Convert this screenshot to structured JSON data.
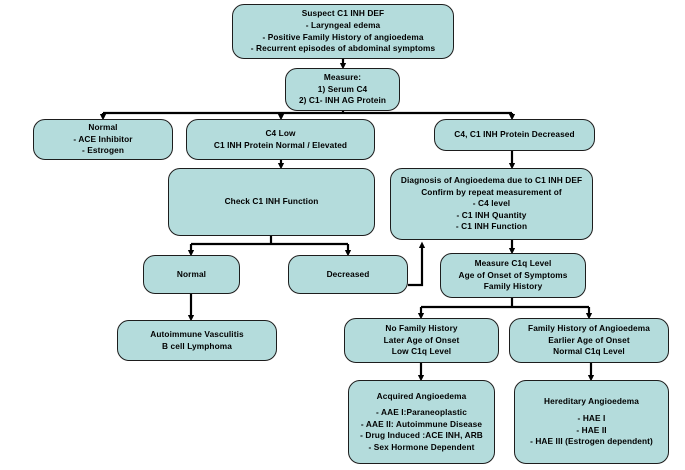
{
  "chart_data": {
    "type": "diagram",
    "title": "Diagnostic algorithm for suspected C1 INH deficiency",
    "style": {
      "node_fill": "#b4dcdc",
      "node_border": "#1d1d1d",
      "edge_color": "#000000",
      "background": "#ffffff"
    },
    "nodes": [
      {
        "id": "root",
        "lines": [
          "Suspect C1 INH DEF",
          "- Laryngeal edema",
          "- Positive Family History of angioedema",
          "- Recurrent episodes of abdominal symptoms"
        ]
      },
      {
        "id": "measure",
        "lines": [
          "Measure:",
          "1) Serum C4",
          "2) C1- INH AG Protein"
        ]
      },
      {
        "id": "normal",
        "lines": [
          "Normal",
          "- ACE Inhibitor",
          "-  Estrogen"
        ]
      },
      {
        "id": "c4low",
        "lines": [
          "C4 Low",
          "C1 INH Protein Normal / Elevated"
        ]
      },
      {
        "id": "c4dec",
        "lines": [
          "C4, C1 INH Protein Decreased"
        ]
      },
      {
        "id": "check",
        "lines": [
          "Check C1 INH Function"
        ]
      },
      {
        "id": "diag",
        "lines": [
          "Diagnosis of Angioedema due to C1 INH DEF",
          "Confirm by repeat measurement of",
          "- C4 level",
          "- C1 INH Quantity",
          "- C1 INH Function"
        ]
      },
      {
        "id": "normal2",
        "lines": [
          "Normal"
        ]
      },
      {
        "id": "decreased",
        "lines": [
          "Decreased"
        ]
      },
      {
        "id": "c1q",
        "lines": [
          "Measure C1q Level",
          "Age of Onset of Symptoms",
          "Family History"
        ]
      },
      {
        "id": "auto",
        "lines": [
          "Autoimmune Vasculitis",
          "B cell Lymphoma"
        ]
      },
      {
        "id": "nofh",
        "lines": [
          "No Family History",
          "Later Age of Onset",
          "Low C1q Level"
        ]
      },
      {
        "id": "fh",
        "lines": [
          "Family History of Angioedema",
          "Earlier Age of Onset",
          "Normal C1q Level"
        ]
      },
      {
        "id": "aae",
        "lines": [
          "Acquired Angioedema",
          "",
          "- AAE I:Paraneoplastic",
          "- AAE II: Autoimmune Disease",
          "- Drug Induced :ACE INH, ARB",
          "- Sex Hormone Dependent"
        ]
      },
      {
        "id": "hae",
        "lines": [
          "Hereditary Angioedema",
          "",
          "- HAE I",
          "- HAE II",
          "- HAE III (Estrogen dependent)"
        ]
      }
    ],
    "edges": [
      {
        "from": "root",
        "to": "measure"
      },
      {
        "from": "measure",
        "to": "normal"
      },
      {
        "from": "measure",
        "to": "c4low"
      },
      {
        "from": "measure",
        "to": "c4dec"
      },
      {
        "from": "c4low",
        "to": "check"
      },
      {
        "from": "c4dec",
        "to": "diag"
      },
      {
        "from": "check",
        "to": "normal2"
      },
      {
        "from": "check",
        "to": "decreased"
      },
      {
        "from": "diag",
        "to": "c1q"
      },
      {
        "from": "decreased",
        "to": "c1q"
      },
      {
        "from": "normal2",
        "to": "auto"
      },
      {
        "from": "c1q",
        "to": "nofh"
      },
      {
        "from": "c1q",
        "to": "fh"
      },
      {
        "from": "nofh",
        "to": "aae"
      },
      {
        "from": "fh",
        "to": "hae"
      }
    ]
  },
  "nodes": {
    "root": {
      "l0": "Suspect C1 INH DEF",
      "l1": "- Laryngeal edema",
      "l2": "- Positive Family History of angioedema",
      "l3": "- Recurrent episodes of abdominal symptoms"
    },
    "measure": {
      "l0": "Measure:",
      "l1": "1) Serum C4",
      "l2": "2) C1- INH AG Protein"
    },
    "normal": {
      "l0": "Normal",
      "l1": "- ACE Inhibitor",
      "l2": "-  Estrogen"
    },
    "c4low": {
      "l0": "C4 Low",
      "l1": "C1 INH Protein Normal / Elevated"
    },
    "c4dec": {
      "l0": "C4, C1 INH Protein Decreased"
    },
    "check": {
      "l0": "Check C1 INH Function"
    },
    "diag": {
      "l0": "Diagnosis of Angioedema due to C1 INH DEF",
      "l1": "Confirm by repeat measurement of",
      "l2": "- C4 level",
      "l3": "- C1 INH Quantity",
      "l4": "- C1 INH Function"
    },
    "normal2": {
      "l0": "Normal"
    },
    "decreased": {
      "l0": "Decreased"
    },
    "c1q": {
      "l0": "Measure C1q Level",
      "l1": "Age of Onset of Symptoms",
      "l2": "Family History"
    },
    "auto": {
      "l0": "Autoimmune Vasculitis",
      "l1": "B cell Lymphoma"
    },
    "nofh": {
      "l0": "No Family History",
      "l1": "Later Age of Onset",
      "l2": "Low C1q Level"
    },
    "fh": {
      "l0": "Family History of Angioedema",
      "l1": "Earlier Age of Onset",
      "l2": "Normal C1q Level"
    },
    "aae": {
      "l0": "Acquired Angioedema",
      "l1": "- AAE I:Paraneoplastic",
      "l2": "- AAE II: Autoimmune Disease",
      "l3": "- Drug Induced :ACE INH, ARB",
      "l4": "- Sex Hormone Dependent"
    },
    "hae": {
      "l0": "Hereditary Angioedema",
      "l1": "- HAE I",
      "l2": "- HAE II",
      "l3": "- HAE III (Estrogen dependent)"
    }
  }
}
